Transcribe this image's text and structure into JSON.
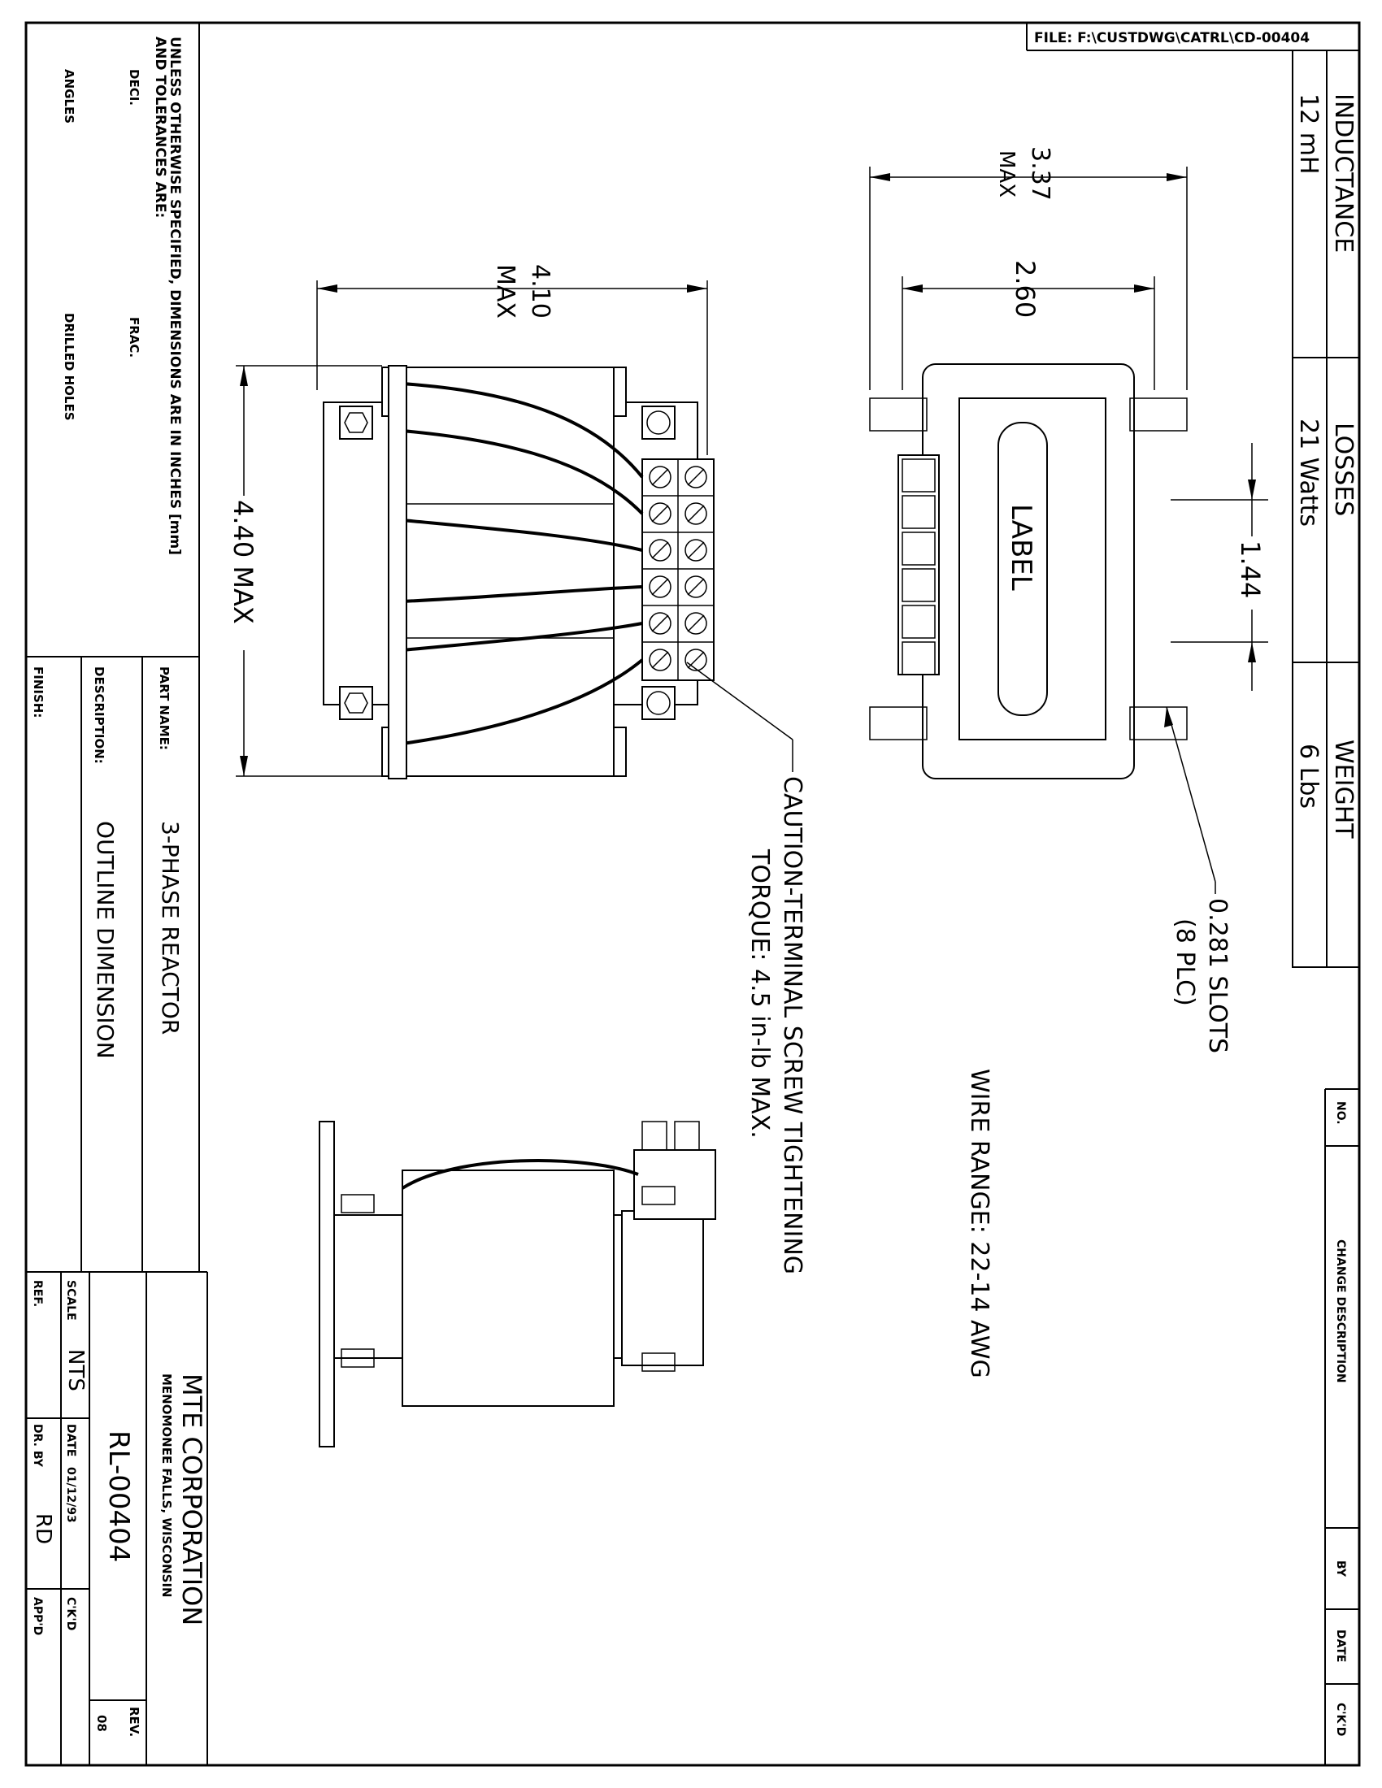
{
  "file_path": "FILE: F:\\CUSTDWG\\CATRL\\CD-00404",
  "specs": [
    {
      "label": "INDUCTANCE",
      "value": "12 mH"
    },
    {
      "label": "LOSSES",
      "value": "21 Watts"
    },
    {
      "label": "WEIGHT",
      "value": "6 Lbs"
    }
  ],
  "revision_table": {
    "no": "NO.",
    "change_description": "CHANGE DESCRIPTION",
    "by": "BY",
    "date": "DATE",
    "ckd": "C'K'D"
  },
  "tolerances": {
    "line1": "UNLESS OTHERWISE SPECIFIED, DIMENSIONS ARE IN INCHES [mm]",
    "line2": "AND TOLERANCES ARE:",
    "deci": "DECI.",
    "frac": "FRAC.",
    "angles": "ANGLES",
    "drilled_holes": "DRILLED HOLES"
  },
  "title_block": {
    "part_name_label": "PART NAME:",
    "part_name": "3-PHASE REACTOR",
    "description_label": "DESCRIPTION:",
    "description": "OUTLINE DIMENSION",
    "finish_label": "FINISH:",
    "company": "MTE CORPORATION",
    "company_location": "MENOMONEE FALLS, WISCONSIN",
    "drawing_number": "RL-00404",
    "rev_label": "REV.",
    "rev": "08",
    "scale_label": "SCALE",
    "scale": "NTS",
    "date_label": "DATE",
    "date": "01/12/93",
    "ckd_label": "C'K'D",
    "ref_label": "REF.",
    "drawn_by_label": "DR. BY",
    "drawn_by": "RD",
    "approved_label": "APP'D"
  },
  "dimensions": {
    "width_max": "4.10",
    "width_max_suffix": "MAX",
    "height_max": "4.40 MAX",
    "depth_max": "3.37",
    "depth_max_suffix": "MAX",
    "mount_spacing": "2.60",
    "slot_spacing": "1.44",
    "slots": "0.281 SLOTS",
    "slots_qty": "(8 PLC)"
  },
  "notes": {
    "label_text": "LABEL",
    "caution_line1": "CAUTION-TERMINAL SCREW TIGHTENING",
    "caution_line2": "TORQUE: 4.5 in-lb MAX.",
    "wire_range": "WIRE RANGE: 22-14 AWG"
  }
}
